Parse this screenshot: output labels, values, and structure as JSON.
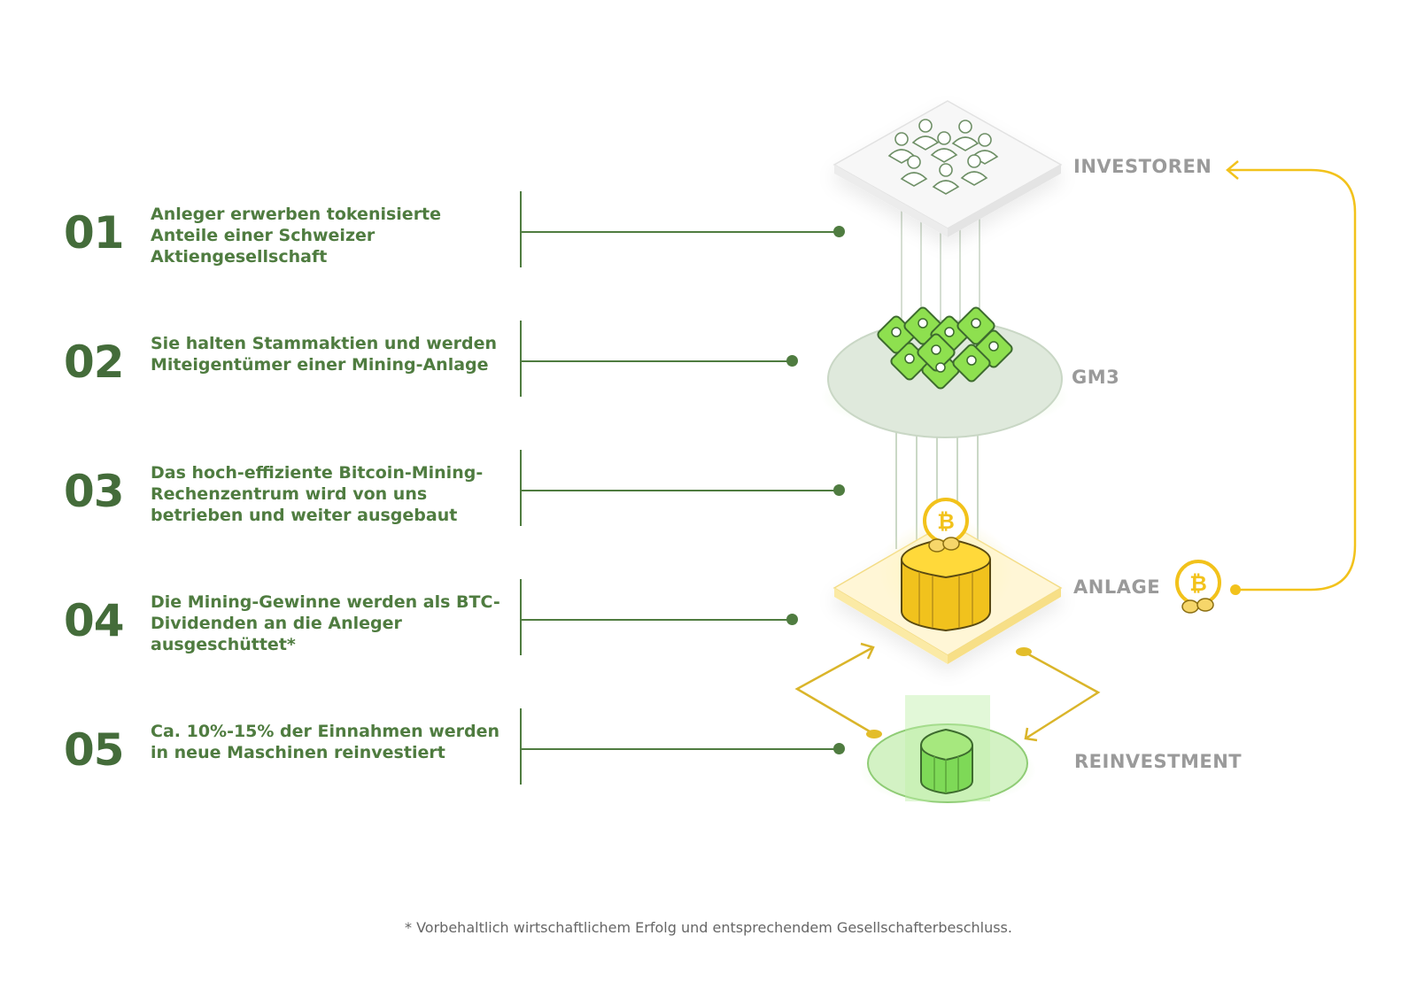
{
  "steps": [
    {
      "num": "01",
      "text": "Anleger erwerben tokenisierte Anteile einer Schweizer Aktiengesellschaft"
    },
    {
      "num": "02",
      "text": "Sie halten Stammaktien und werden Miteigentümer einer Mining-Anlage"
    },
    {
      "num": "03",
      "text": "Das hoch-effiziente Bitcoin-Mining-Rechenzentrum wird von uns betrieben und weiter ausgebaut"
    },
    {
      "num": "04",
      "text": "Die Mining-Gewinne werden als BTC-Dividenden an die Anleger ausgeschüttet*"
    },
    {
      "num": "05",
      "text": "Ca. 10%-15% der Einnahmen werden in neue Maschinen reinvestiert"
    }
  ],
  "layers": {
    "investors": "INVESTOREN",
    "gm3": "GM3",
    "anlage": "ANLAGE",
    "reinvest": "REINVESTMENT"
  },
  "footnote": "* Vorbehaltlich wirtschaftlichem Erfolg und entsprechendem Gesellschafterbeschluss.",
  "colors": {
    "green_dark": "#446c3a",
    "green_text": "#4f7c40",
    "green_bright": "#7ed957",
    "gold": "#f2c21b",
    "label_gray": "#9a9a9a"
  }
}
